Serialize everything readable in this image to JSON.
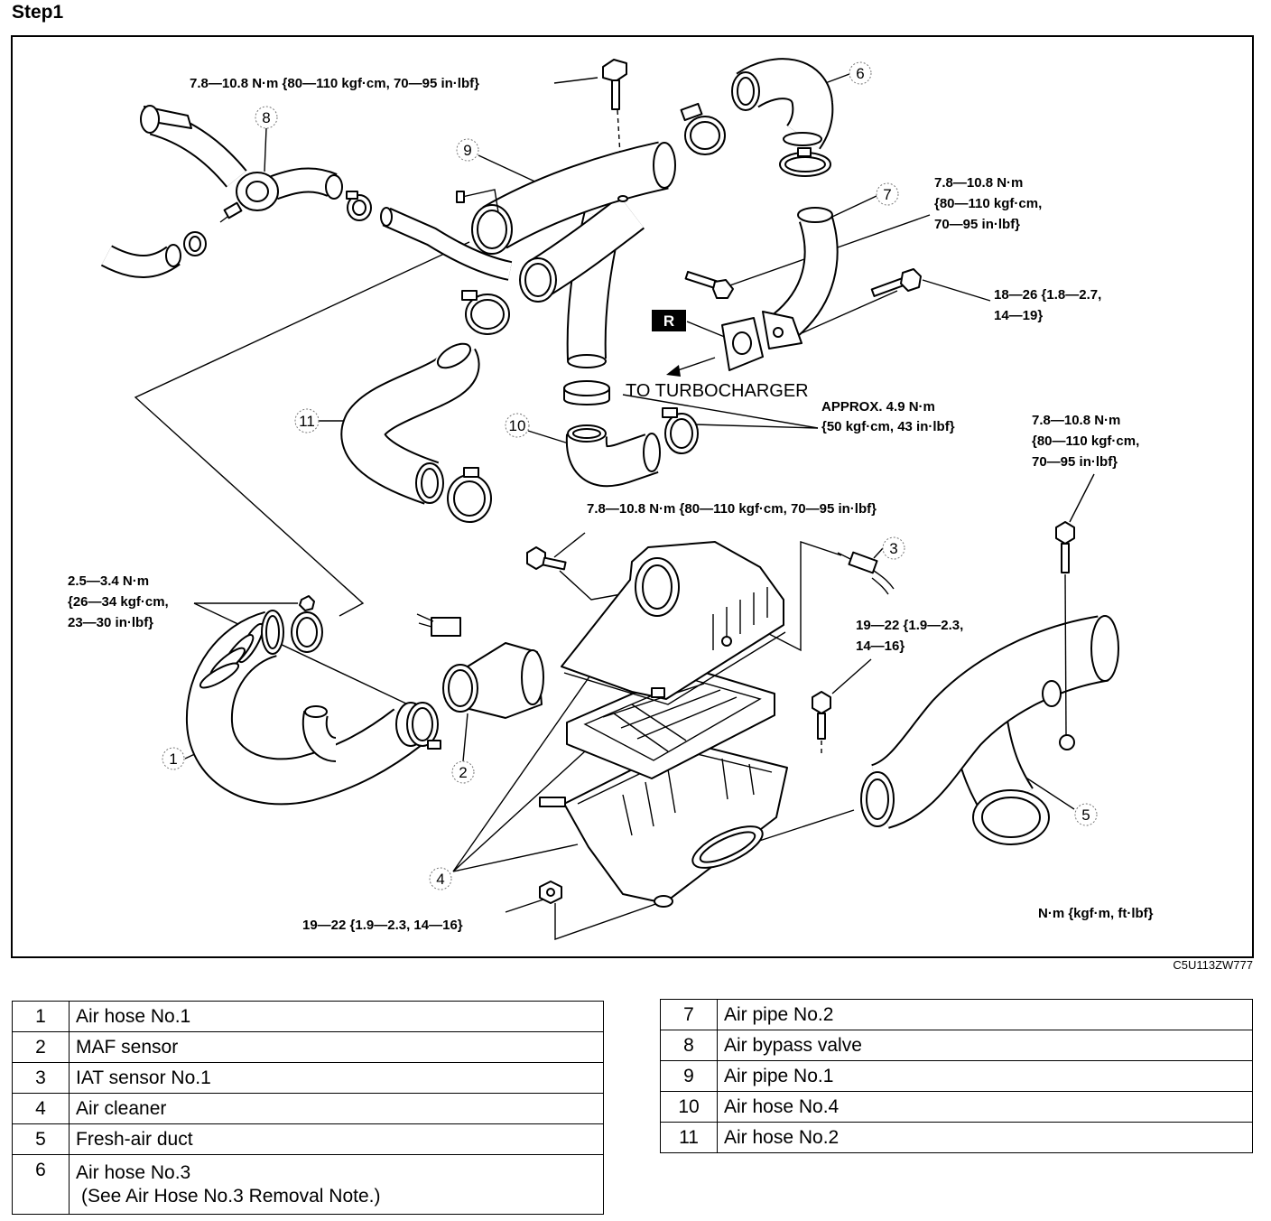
{
  "page": {
    "title": "Step1",
    "figure_code": "C5U113ZW777"
  },
  "diagram": {
    "torque_labels": {
      "top": "7.8—10.8 N·m {80—110 kgf·cm, 70—95 in·lbf}",
      "pipe_bolt": [
        "7.8—10.8 N·m",
        "{80—110 kgf·cm,",
        "70—95 in·lbf}"
      ],
      "flange_bolt": [
        "18—26 {1.8—2.7,",
        "14—19}"
      ],
      "clamp": [
        "APPROX. 4.9 N·m",
        "{50 kgf·cm, 43 in·lbf}"
      ],
      "duct_bolt": [
        "7.8—10.8 N·m",
        "{80—110 kgf·cm,",
        "70—95 in·lbf}"
      ],
      "cleaner_cover": "7.8—10.8 N·m {80—110 kgf·cm, 70—95 in·lbf}",
      "hose_clamp": [
        "2.5—3.4 N·m",
        "{26—34 kgf·cm,",
        "23—30 in·lbf}"
      ],
      "cleaner_mount": [
        "19—22 {1.9—2.3,",
        "14—16}"
      ],
      "cleaner_nut": "19—22 {1.9—2.3, 14—16}"
    },
    "r_badge": "R",
    "to_turbocharger": "TO TURBOCHARGER",
    "units_note": "N·m {kgf·m, ft·lbf}",
    "callouts": [
      "1",
      "2",
      "3",
      "4",
      "5",
      "6",
      "7",
      "8",
      "9",
      "10",
      "11"
    ]
  },
  "parts_table_left": [
    {
      "no": "1",
      "name": "Air hose No.1"
    },
    {
      "no": "2",
      "name": "MAF sensor"
    },
    {
      "no": "3",
      "name": "IAT sensor No.1"
    },
    {
      "no": "4",
      "name": "Air cleaner"
    },
    {
      "no": "5",
      "name": "Fresh-air duct"
    },
    {
      "no": "6",
      "name": "Air hose No.3",
      "note": "(See Air Hose No.3 Removal Note.)"
    }
  ],
  "parts_table_right": [
    {
      "no": "7",
      "name": "Air pipe No.2"
    },
    {
      "no": "8",
      "name": "Air bypass valve"
    },
    {
      "no": "9",
      "name": "Air pipe No.1"
    },
    {
      "no": "10",
      "name": "Air hose No.4"
    },
    {
      "no": "11",
      "name": "Air hose No.2"
    }
  ]
}
